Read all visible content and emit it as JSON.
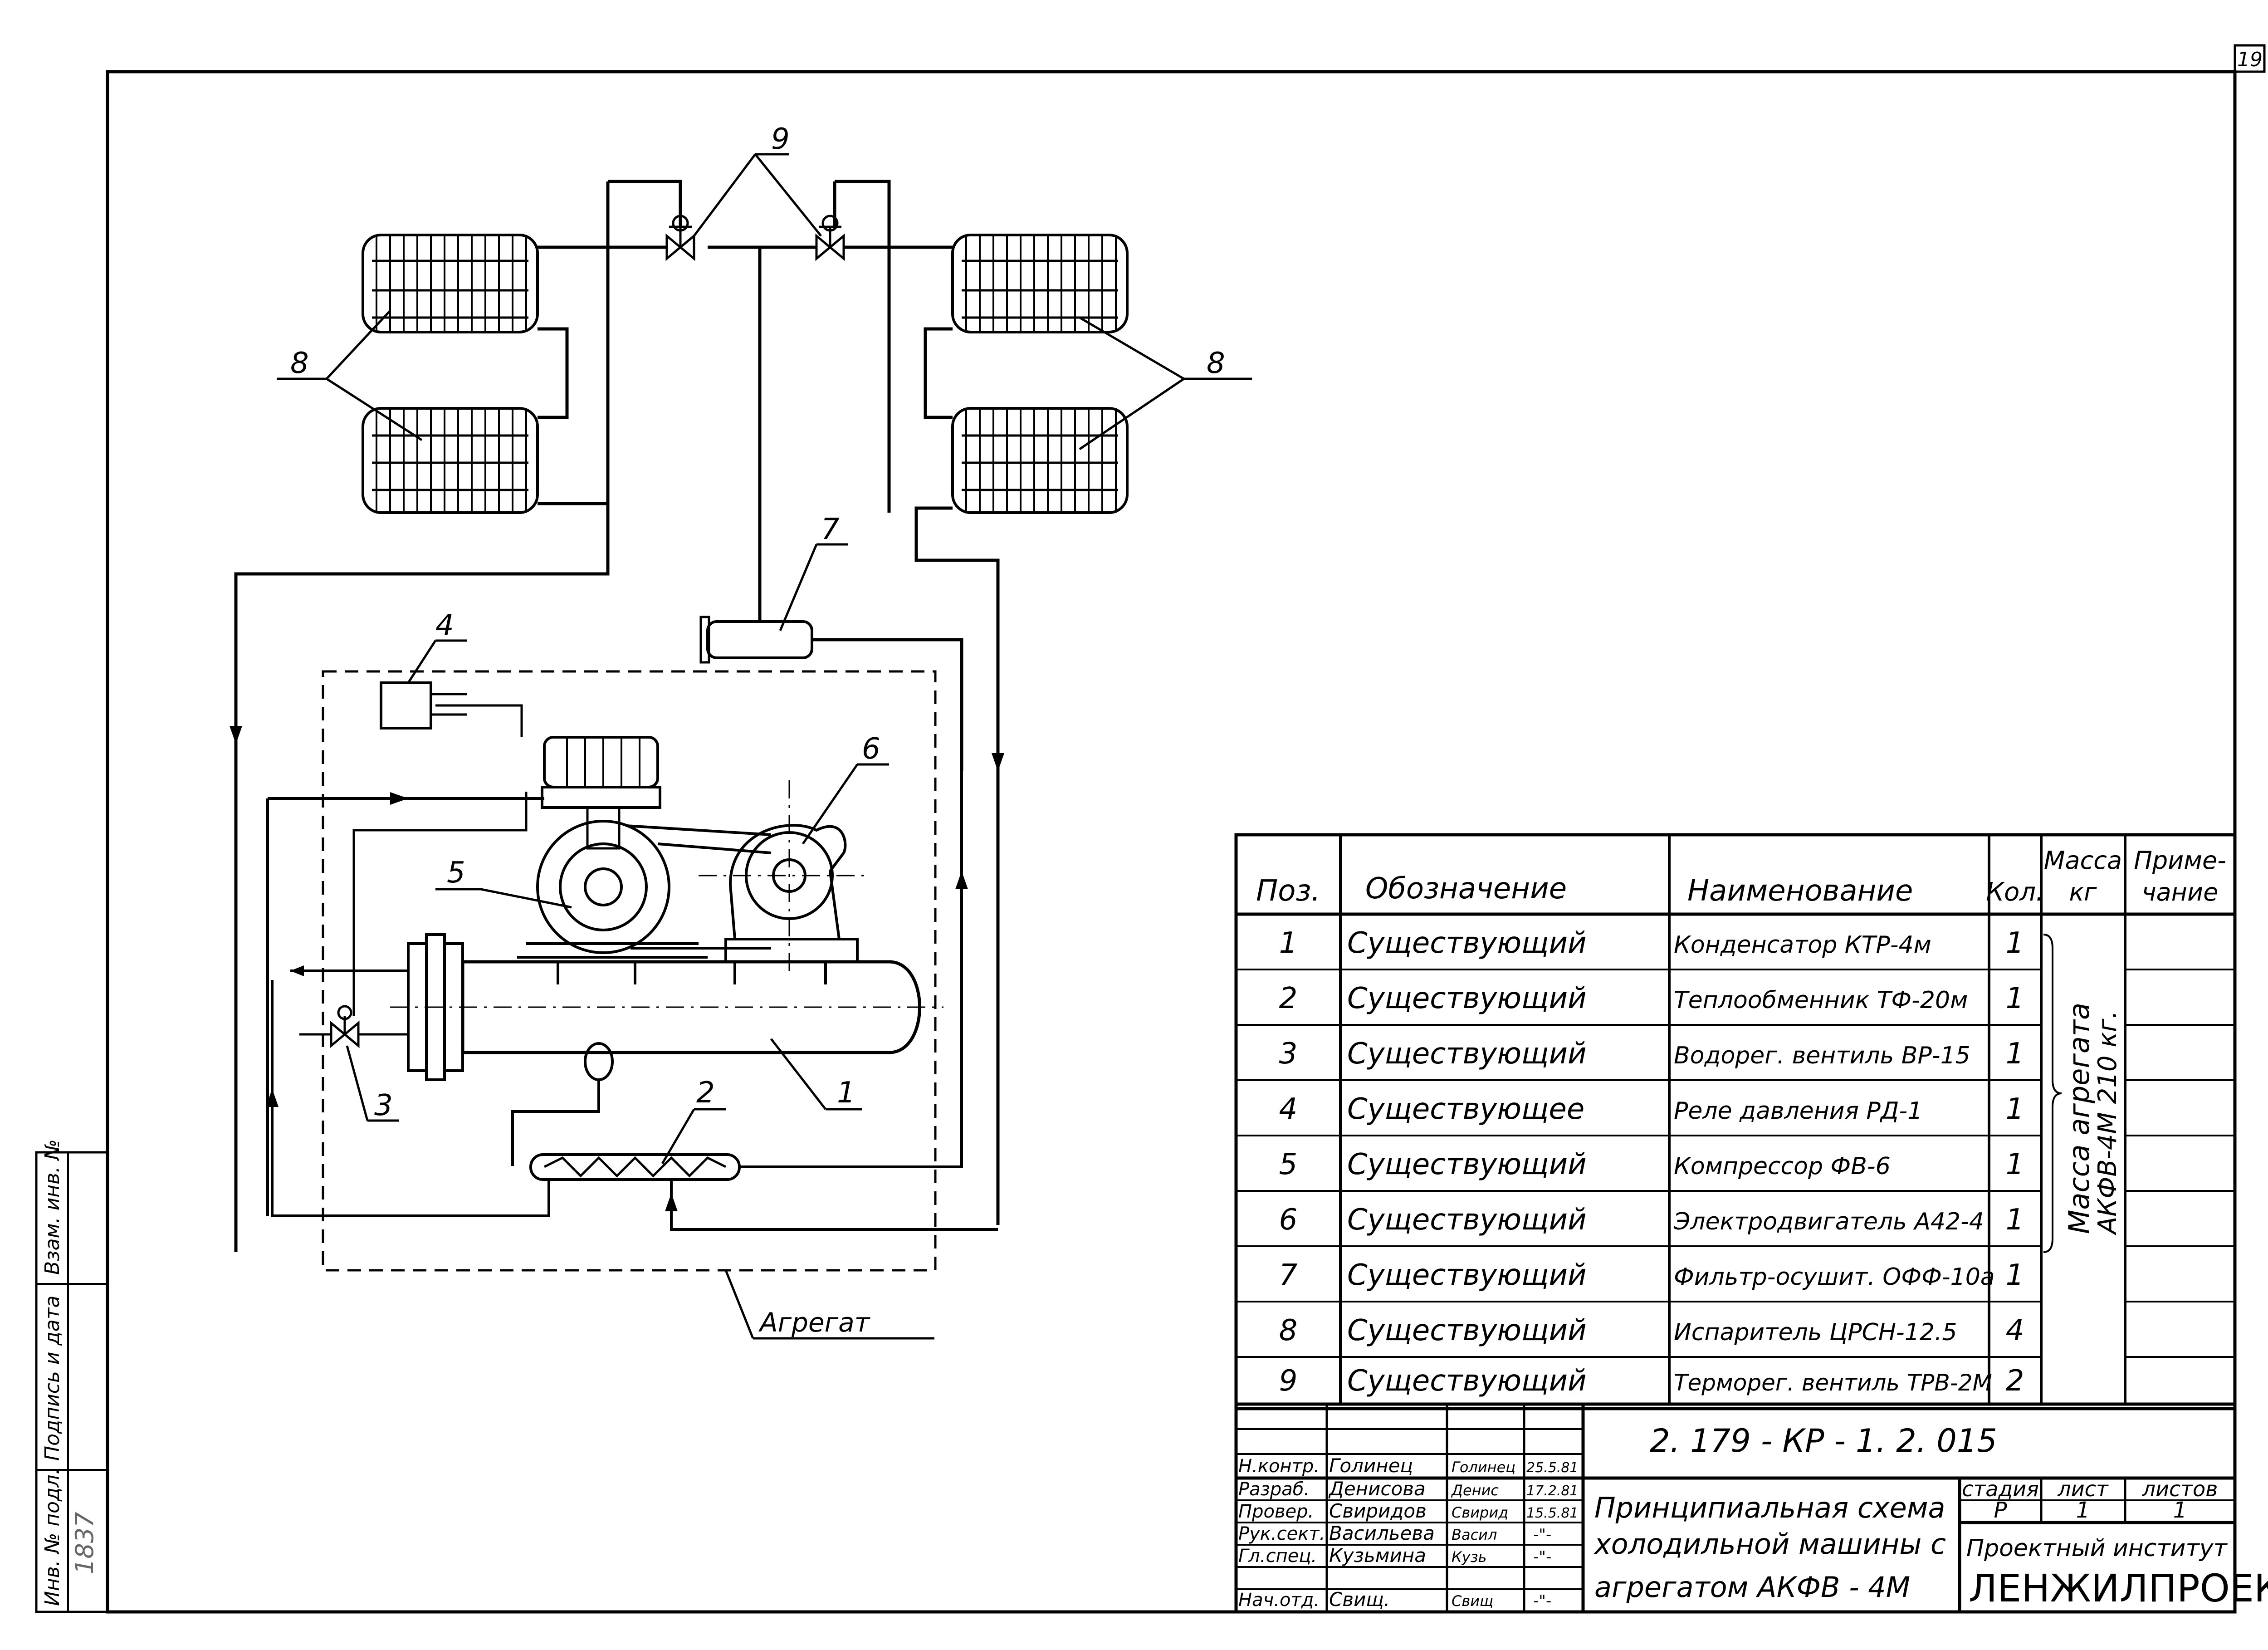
{
  "sheet_number": "19",
  "labels": {
    "l1": "1",
    "l2": "2",
    "l3": "3",
    "l4": "4",
    "l5": "5",
    "l6": "6",
    "l7": "7",
    "l8a": "8",
    "l8b": "8",
    "l9": "9",
    "aggregate": "Агрегат"
  },
  "spec_table": {
    "headers": {
      "pos": "Поз.",
      "designation": "Обозначение",
      "name": "Наименование",
      "qty": "Кол.",
      "mass_1": "Масса",
      "mass_2": "кг",
      "note_1": "Приме-",
      "note_2": "чание"
    },
    "rows": [
      {
        "pos": "1",
        "designation": "Существующий",
        "name": "Конденсатор КТР-4м",
        "qty": "1"
      },
      {
        "pos": "2",
        "designation": "Существующий",
        "name": "Теплообменник ТФ-20м",
        "qty": "1"
      },
      {
        "pos": "3",
        "designation": "Существующий",
        "name": "Водорег. вентиль ВР-15",
        "qty": "1"
      },
      {
        "pos": "4",
        "designation": "Существующее",
        "name": "Реле давления РД-1",
        "qty": "1"
      },
      {
        "pos": "5",
        "designation": "Существующий",
        "name": "Компрессор ФВ-6",
        "qty": "1"
      },
      {
        "pos": "6",
        "designation": "Существующий",
        "name": "Электродвигатель А42-4",
        "qty": "1"
      },
      {
        "pos": "7",
        "designation": "Существующий",
        "name": "Фильтр-осушит. ОФФ-10а",
        "qty": "1"
      },
      {
        "pos": "8",
        "designation": "Существующий",
        "name": "Испаритель ЦРСН-12.5",
        "qty": "4"
      },
      {
        "pos": "9",
        "designation": "Существующий",
        "name": "Терморег. вентиль ТРВ-2М",
        "qty": "2"
      }
    ],
    "mass_note_1": "Масса агрегата",
    "mass_note_2": "АКФВ-4М 210 кг."
  },
  "title_block": {
    "doc_code": "2. 179 - КР - 1. 2. 015",
    "title_1": "Принципиальная схема",
    "title_2": "холодильной машины с",
    "title_3": "агрегатом АКФВ - 4М",
    "stage_label": "стадия",
    "sheet_label": "лист",
    "sheets_label": "листов",
    "stage": "Р",
    "sheet": "1",
    "sheets": "1",
    "org_1": "Проектный институт",
    "org_2": "ЛЕНЖИЛПРОЕКТ",
    "signers": [
      {
        "role": "Н.контр.",
        "name": "Голинец",
        "sign": "Голинец",
        "date": "25.5.81"
      },
      {
        "role": "Разраб.",
        "name": "Денисова",
        "sign": "Денис",
        "date": "17.2.81"
      },
      {
        "role": "Провер.",
        "name": "Свиридов",
        "sign": "Свирид",
        "date": "15.5.81"
      },
      {
        "role": "Рук.сект.",
        "name": "Васильева",
        "sign": "Васил",
        "date": "-\"-"
      },
      {
        "role": "Гл.спец.",
        "name": "Кузьмина",
        "sign": "Кузь",
        "date": "-\"-"
      },
      {
        "role": "Нач.отд.",
        "name": "Свищ.",
        "sign": "Свищ",
        "date": "-\"-"
      }
    ]
  },
  "side_stamp": {
    "inv_orig": "Инв. № подл.",
    "sign_date": "Подпись и дата",
    "inv_repl": "Взам. инв. №",
    "inv_value": "1837"
  }
}
